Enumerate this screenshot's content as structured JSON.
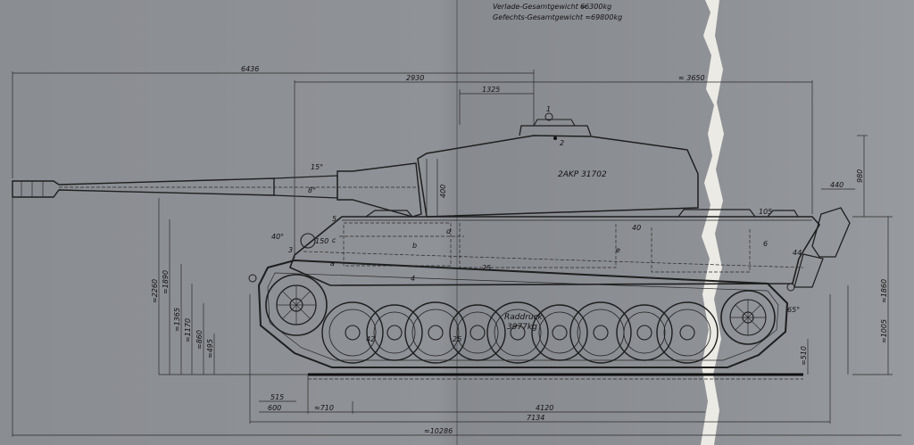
{
  "header": {
    "line1_label": "Verlade-Gesamtgewicht ≈",
    "line1_value": "66300kg",
    "line2_label": "Gefechts-Gesamtgewicht ≈",
    "line2_value": "69800kg"
  },
  "dimensions": {
    "overall_length": "≈10286",
    "hull_length": "7134",
    "gun_overhang": "6436",
    "turret_pos": "2930",
    "turret_ring": "1325",
    "hull_right": "≈ 3650",
    "track_contact": "4120",
    "idler_offset": "≈710",
    "front_515": "515",
    "front_600": "600",
    "height_2260": "≈2260",
    "height_1890": "≈1890",
    "height_1365": "≈1365",
    "height_1170": "≈1170",
    "height_860": "≈860",
    "height_495": "≈495",
    "turret_height": "980",
    "rear_1860": "≈1860",
    "rear_1005": "≈1005",
    "rear_510": "≈510",
    "rear_440": "440",
    "turret_400": "400"
  },
  "labels": {
    "turret_code": "2AKP 31702",
    "raddruck_label": "Raddruck",
    "raddruck_value": "3977kg",
    "elev": "15°",
    "depr": "8°",
    "angle_40": "40°",
    "angle_150": "150",
    "angle_65": "65°",
    "a42": "42",
    "a25": "25",
    "a25b": "25",
    "a40": "40",
    "a105": "105",
    "a44": "44",
    "n1": "1",
    "n2": "2",
    "n3": "3",
    "n4": "4",
    "n5": "5",
    "n6": "6",
    "la": "a",
    "lb": "b",
    "lc": "c",
    "ld": "d",
    "le": "e"
  }
}
